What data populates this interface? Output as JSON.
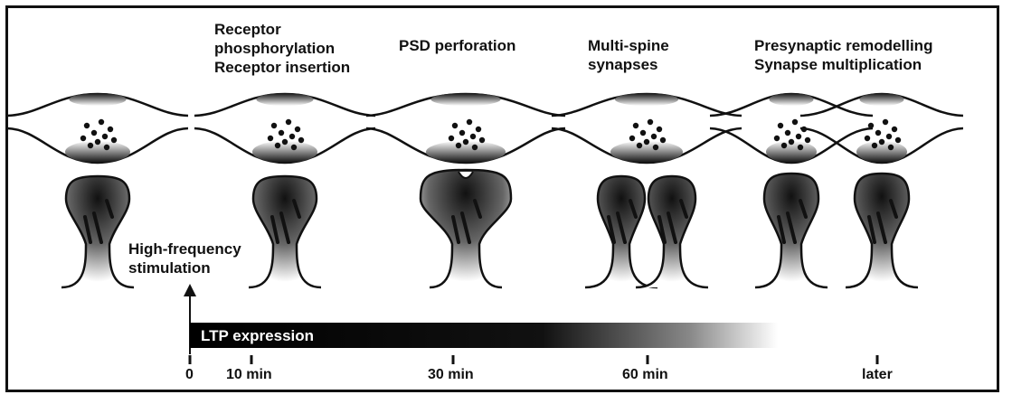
{
  "stages": [
    {
      "caption": [],
      "stimulus": "",
      "type": "single"
    },
    {
      "caption": [
        "Receptor",
        "phosphorylation",
        "Receptor insertion"
      ],
      "type": "single"
    },
    {
      "caption": [
        "PSD perforation"
      ],
      "type": "perforated"
    },
    {
      "caption": [
        "Multi-spine",
        "synapses"
      ],
      "type": "multi-spine"
    },
    {
      "caption": [
        "Presynaptic remodelling",
        "Synapse multiplication"
      ],
      "type": "multiplied"
    }
  ],
  "stimulus_label": [
    "High-frequency",
    "stimulation"
  ],
  "bar_label": "LTP expression",
  "ticks": [
    "0",
    "10 min",
    "30 min",
    "60 min",
    "later"
  ]
}
